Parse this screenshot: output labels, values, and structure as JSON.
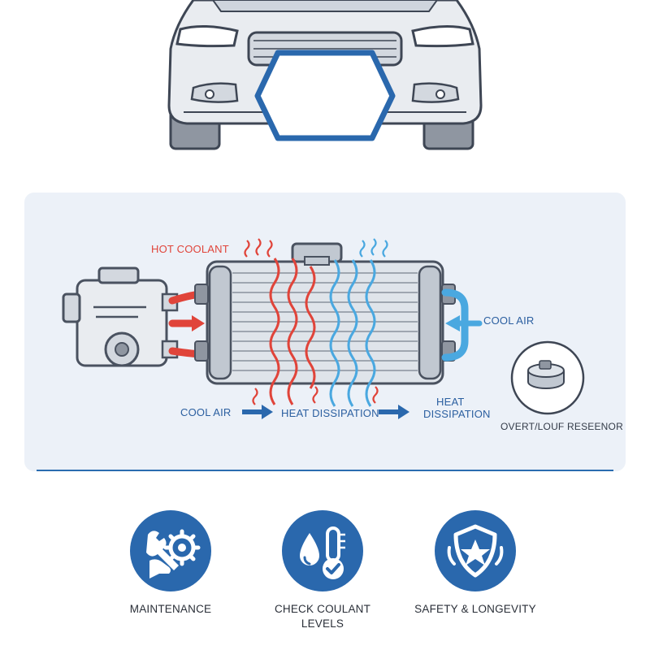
{
  "labels": {
    "hot_coolant": "HOT COOLANT",
    "cool_air_right": "COOL AIR",
    "cool_air_left": "COOL AIR",
    "heat_dissipation_center": "HEAT DISSIPATION",
    "heat_dissipation_right_line1": "HEAT",
    "heat_dissipation_right_line2": "DISSIPATION",
    "overflow_reservoir": "OVERT/LOUF RESEENOR"
  },
  "features": [
    {
      "icon": "wrench-gear-icon",
      "caption_line1": "MAINTENANCE",
      "caption_line2": ""
    },
    {
      "icon": "drop-thermometer-icon",
      "caption_line1": "CHECK COULANT",
      "caption_line2": "LEVELS"
    },
    {
      "icon": "shield-star-icon",
      "caption_line1": "SAFETY & LONGEVITY",
      "caption_line2": ""
    }
  ],
  "colors": {
    "accent_blue": "#2a68ad",
    "hot_red": "#e0443a",
    "cool_blue": "#4aa8e0",
    "panel_bg": "#ecf1f8"
  }
}
